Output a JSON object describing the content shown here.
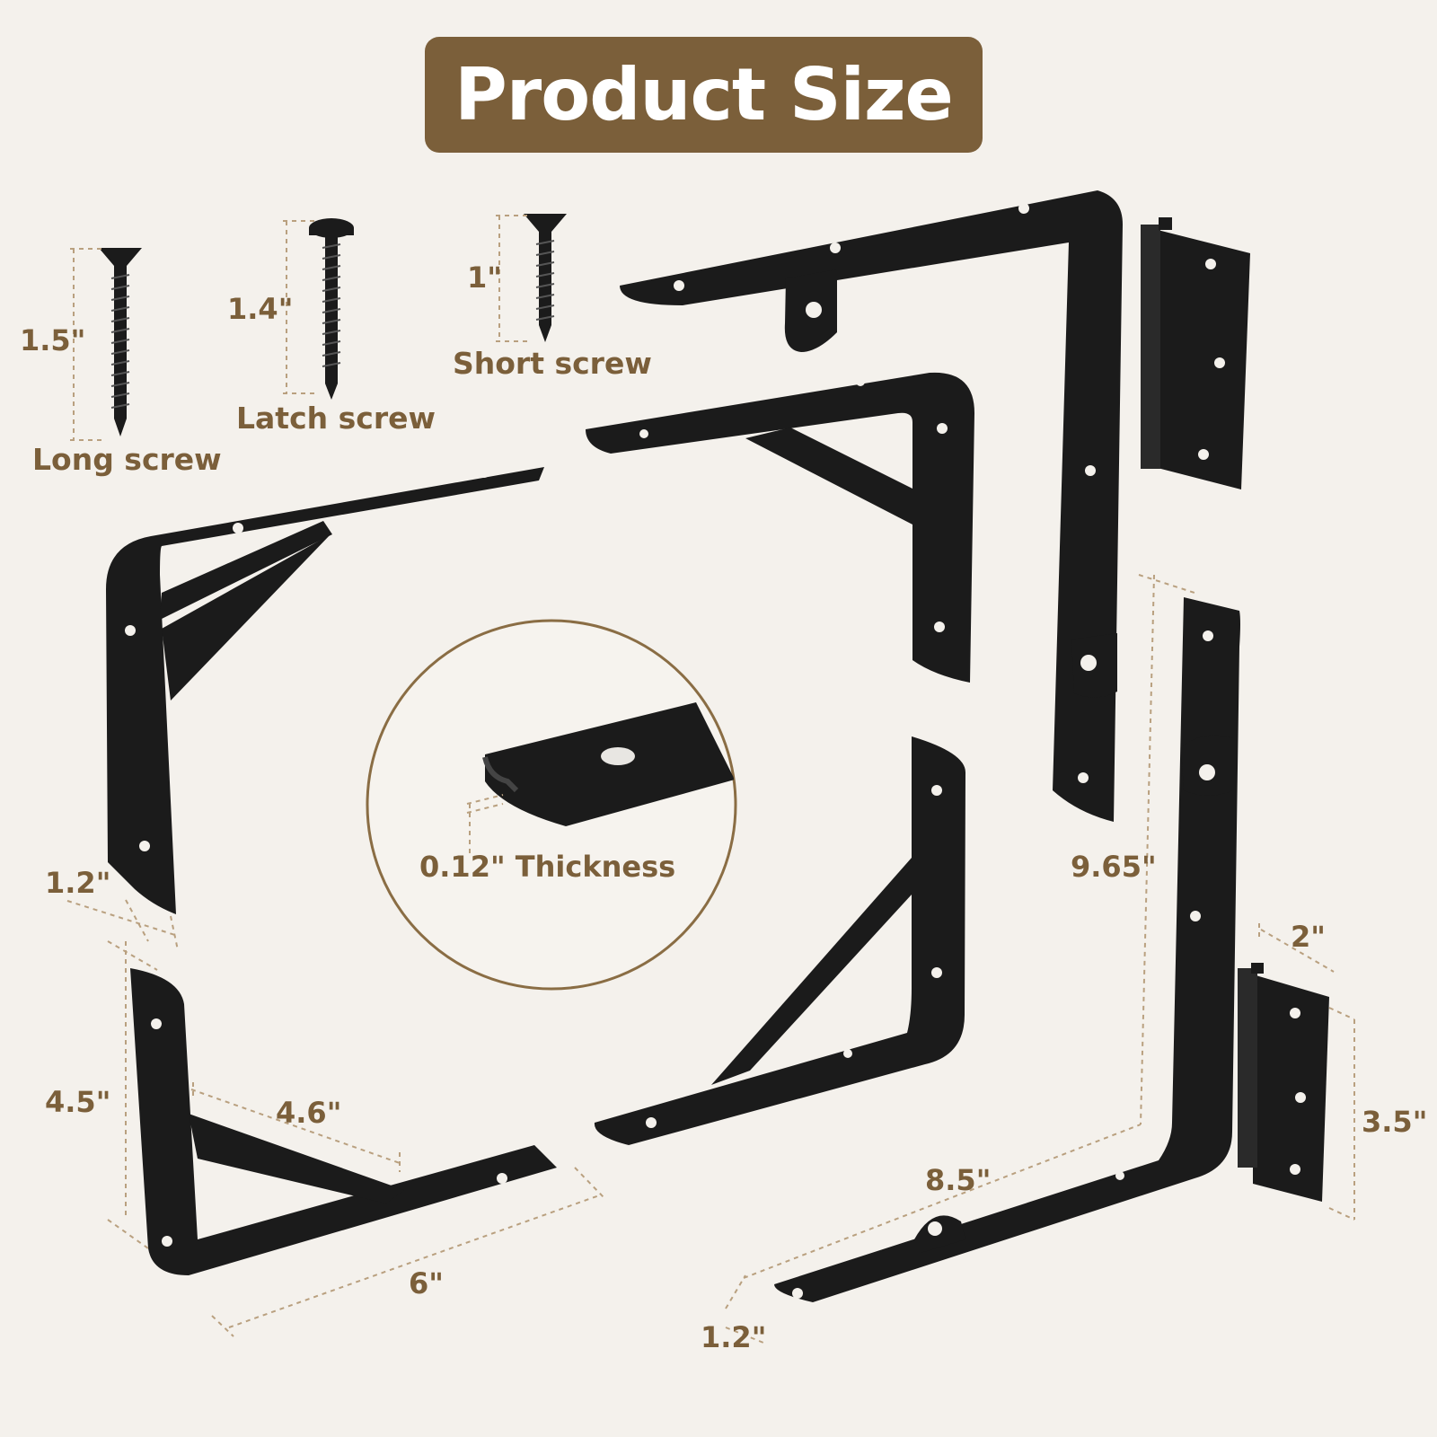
{
  "title": "Product Size",
  "colors": {
    "accent": "#7b5f3a",
    "background": "#f4f1ec",
    "metal": "#1b1b1b"
  },
  "screws": {
    "long": {
      "label": "Long screw",
      "size": "1.5\""
    },
    "latch": {
      "label": "Latch screw",
      "size": "1.4\""
    },
    "short": {
      "label": "Short screw",
      "size": "1\""
    }
  },
  "thickness": {
    "label": "0.12\" Thickness"
  },
  "dimensions": {
    "bracket_width_left": "1.2\"",
    "bracket_height": "4.5\"",
    "brace_length": "4.6\"",
    "bracket_length": "6\"",
    "hinged_height": "9.65\"",
    "hinge_width": "2\"",
    "hinge_height": "3.5\"",
    "hinged_length": "8.5\"",
    "bracket_width_right": "1.2\""
  }
}
